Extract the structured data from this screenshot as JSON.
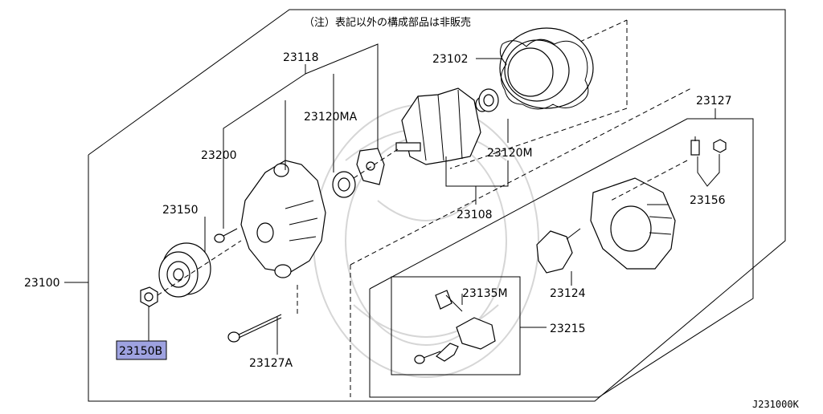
{
  "diagram": {
    "note": "（注）表記以外の構成部品は非販売",
    "diagram_code": "J231000K",
    "highlight_color": "#9ea2e0",
    "labels": {
      "p23100": "23100",
      "p23102": "23102",
      "p23108": "23108",
      "p23118": "23118",
      "p23120M": "23120M",
      "p23120MA": "23120MA",
      "p23124": "23124",
      "p23127": "23127",
      "p23127A": "23127A",
      "p23135M": "23135M",
      "p23150": "23150",
      "p23150B": "23150B",
      "p23156": "23156",
      "p23200": "23200",
      "p23215": "23215"
    }
  }
}
